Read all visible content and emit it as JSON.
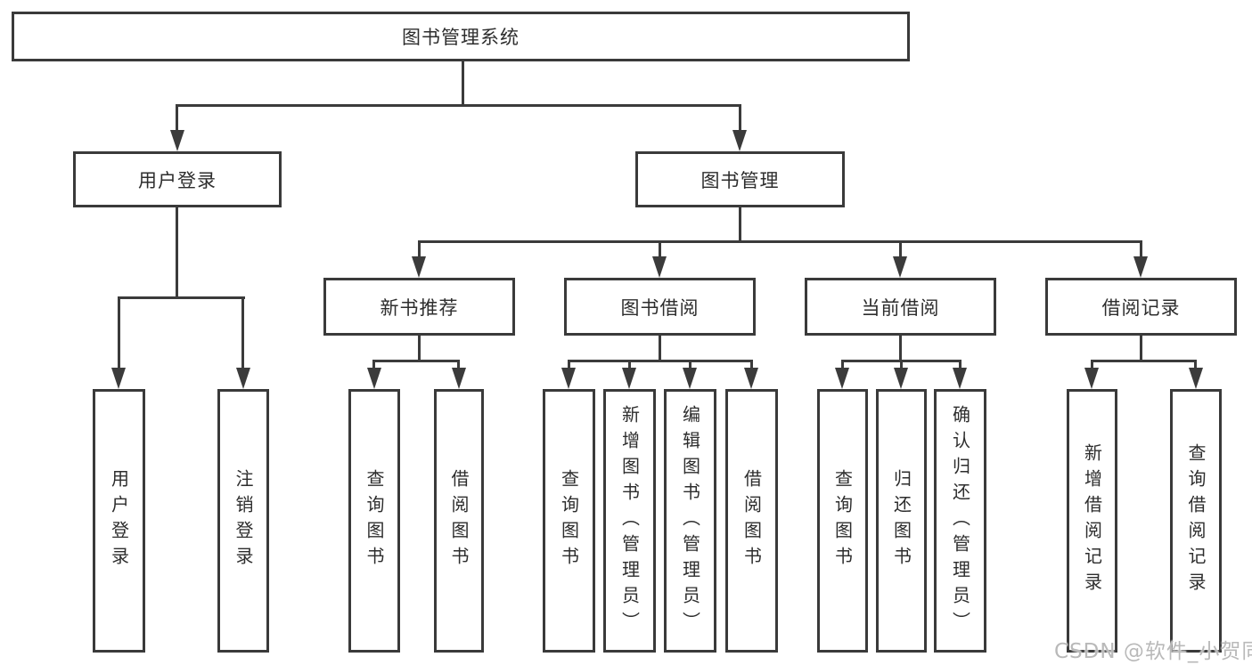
{
  "diagram": {
    "title": "图书管理系统",
    "root": {
      "label": "图书管理系统"
    },
    "branches": [
      {
        "label": "用户登录",
        "children": [
          {
            "label": "用户登录"
          },
          {
            "label": "注销登录"
          }
        ]
      },
      {
        "label": "图书管理",
        "children": [
          {
            "label": "新书推荐",
            "children": [
              {
                "label": "查询图书"
              },
              {
                "label": "借阅图书"
              }
            ]
          },
          {
            "label": "图书借阅",
            "children": [
              {
                "label": "查询图书"
              },
              {
                "label": "新增图书（管理员）"
              },
              {
                "label": "编辑图书（管理员）"
              },
              {
                "label": "借阅图书"
              }
            ]
          },
          {
            "label": "当前借阅",
            "children": [
              {
                "label": "查询图书"
              },
              {
                "label": "归还图书"
              },
              {
                "label": "确认归还（管理员）"
              }
            ]
          },
          {
            "label": "借阅记录",
            "children": [
              {
                "label": "新增借阅记录"
              },
              {
                "label": "查询借阅记录"
              }
            ]
          }
        ]
      }
    ]
  },
  "watermark": {
    "text": "CSDN @软件_小贺同学"
  },
  "colors": {
    "line": "#3b3b3b",
    "border": "#3a3a3a",
    "text": "#2d2d2d",
    "background": "#ffffff",
    "watermark": "#b9b9b9"
  }
}
